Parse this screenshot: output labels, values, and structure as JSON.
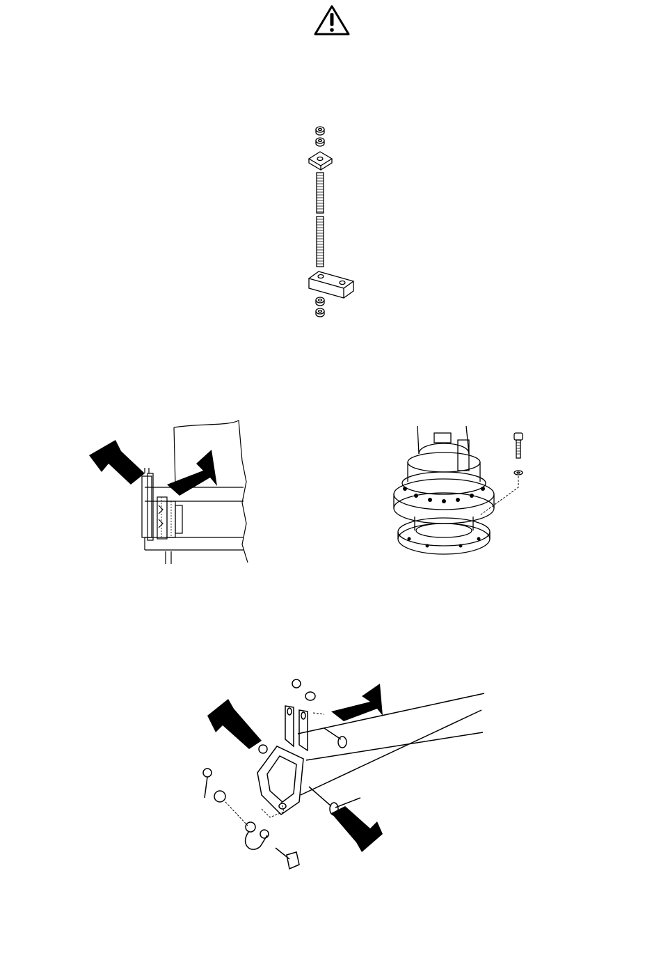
{
  "page": {
    "background": "#ffffff",
    "ink": "#000000"
  },
  "icons": {
    "warning": "warning-triangle-icon"
  },
  "figures": [
    {
      "id": "threaded-rod-assembly",
      "icon": "threaded-rod-assembly-icon"
    },
    {
      "id": "bearing-cross-section",
      "icon": "bearing-section-icon"
    },
    {
      "id": "slewing-gear-motor",
      "icon": "gear-motor-icon"
    },
    {
      "id": "boom-pin-bracket-assembly",
      "icon": "boom-bracket-icon"
    }
  ]
}
